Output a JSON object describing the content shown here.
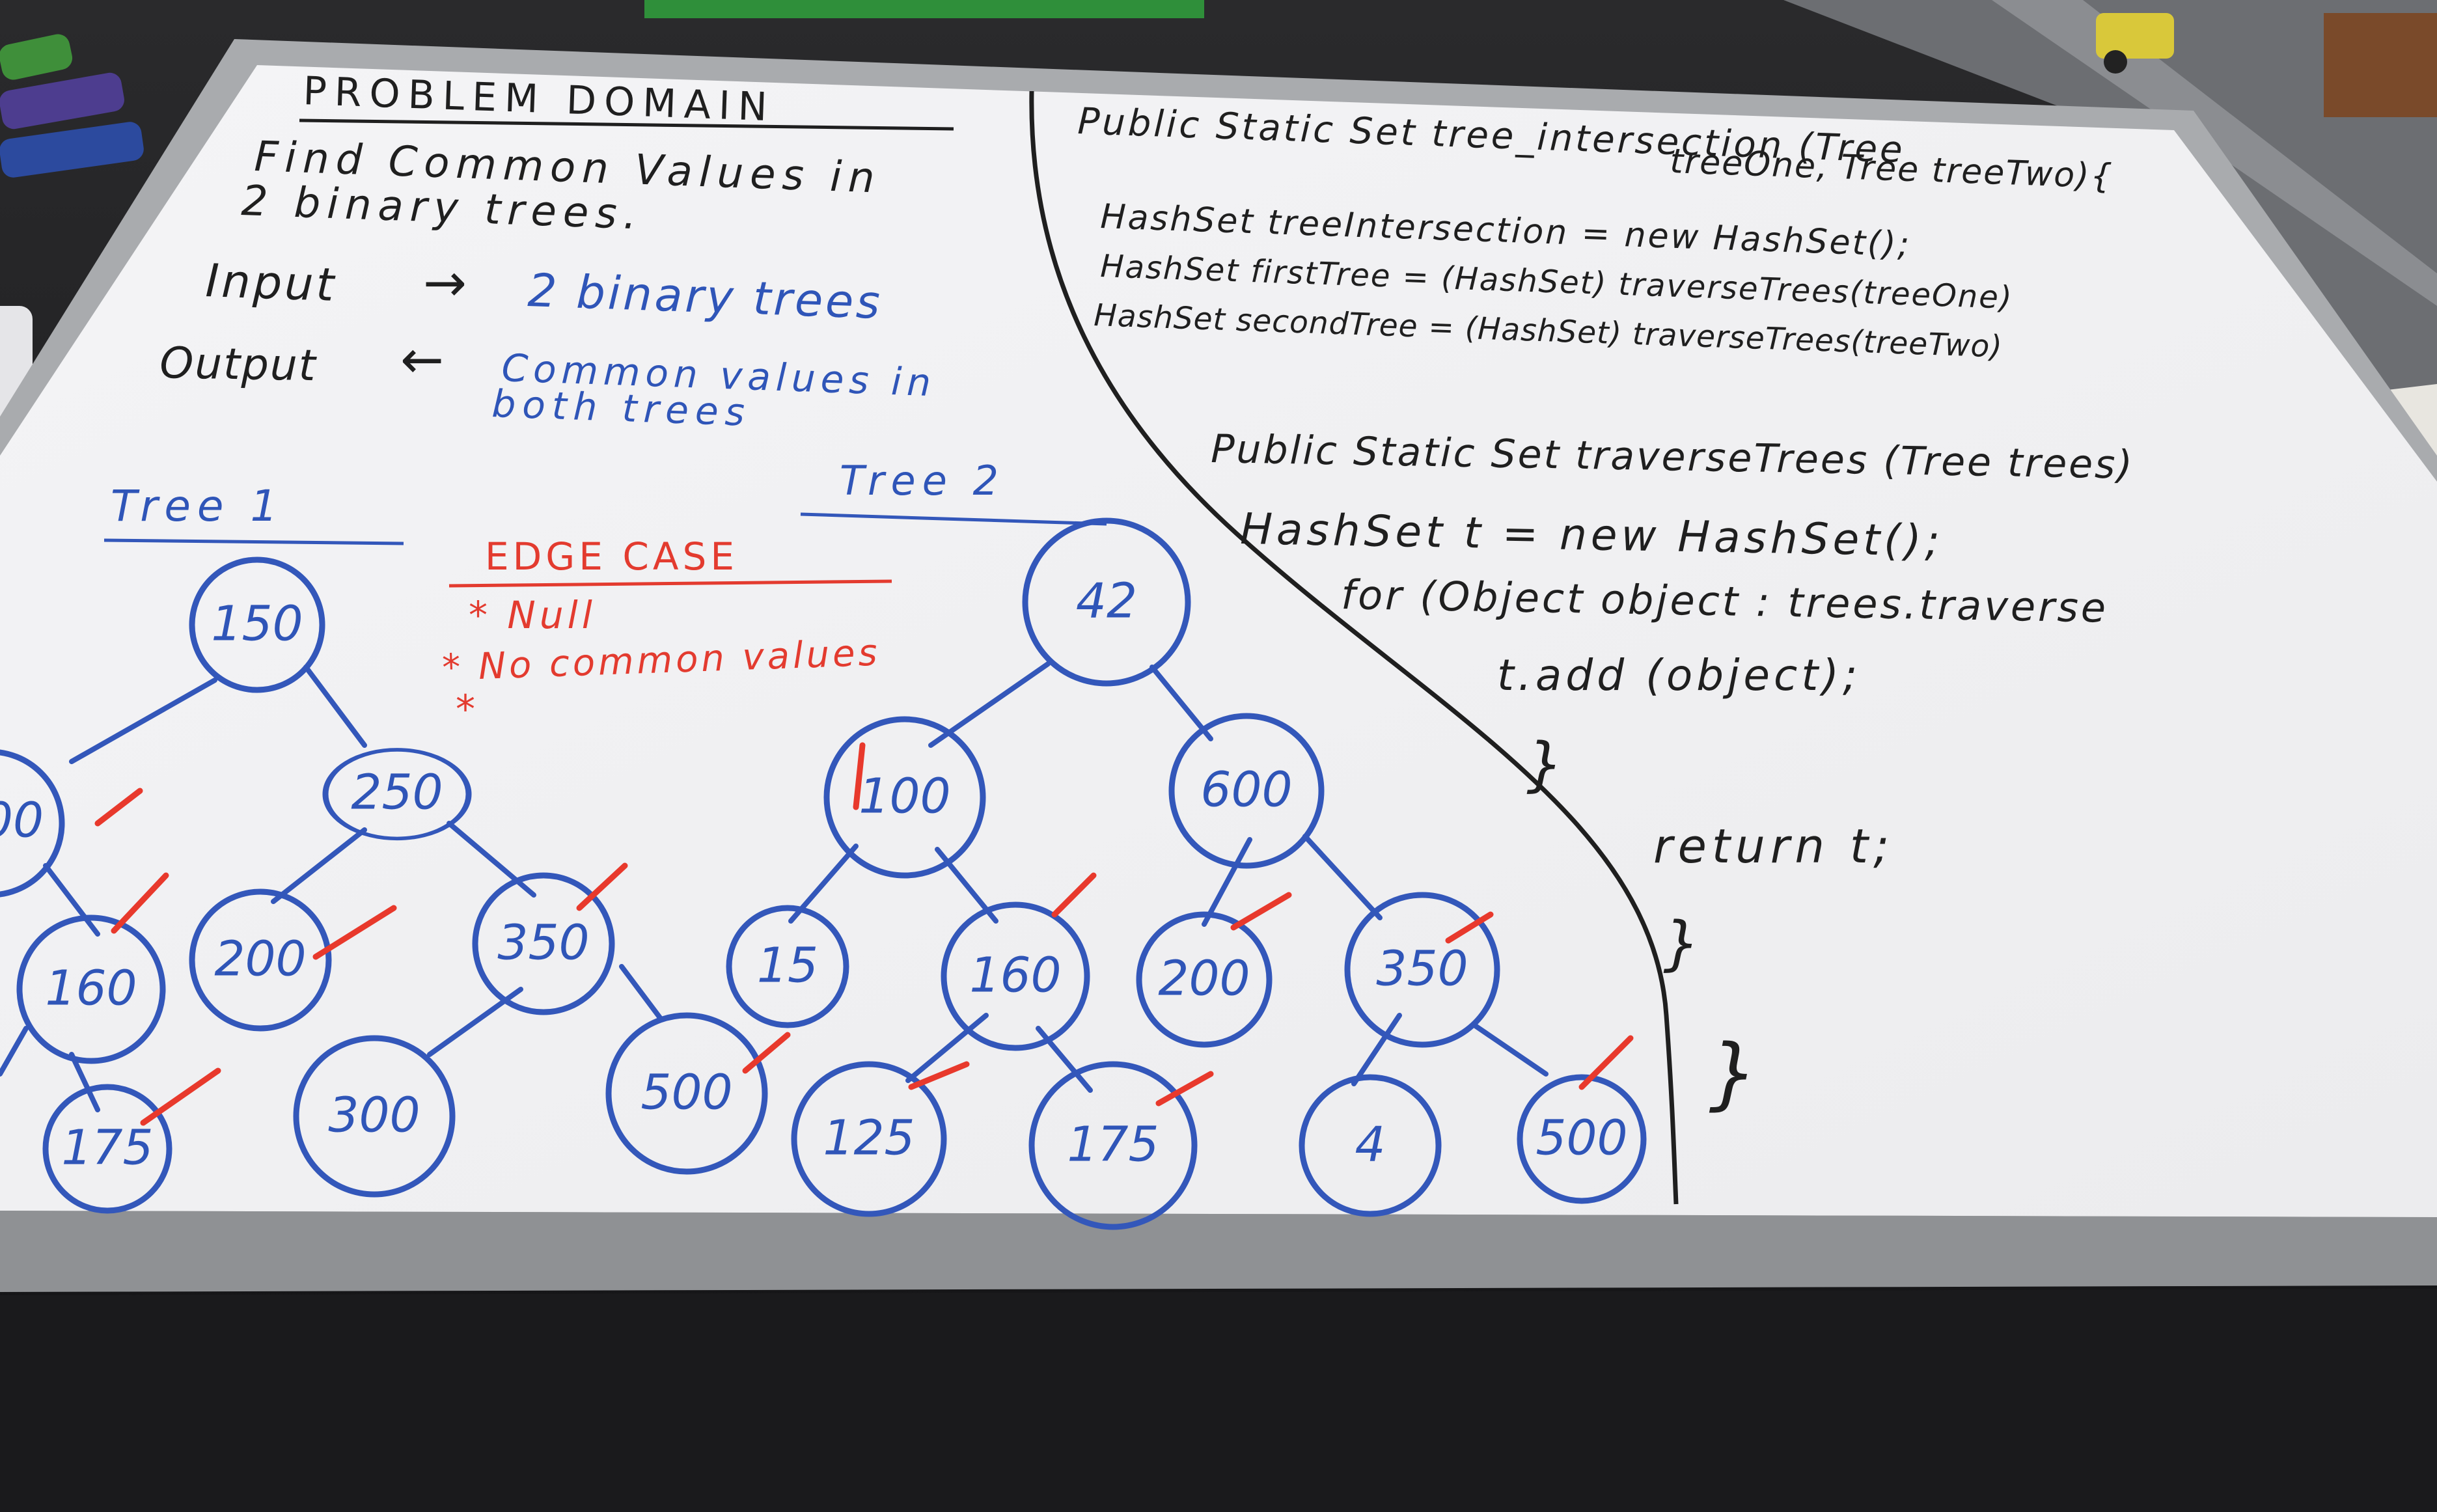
{
  "board": {
    "problem": {
      "heading": "PROBLEM DOMAIN",
      "line1": "Find Common Values in",
      "line2": "2 binary trees.",
      "input_label": "Input",
      "input_arrow": "→",
      "input_value": "2 binary trees",
      "output_label": "Output",
      "output_arrow": "←",
      "output_value_1": "Common values in",
      "output_value_2": "both trees"
    },
    "edge_case": {
      "heading": "EDGE CASE",
      "item1": "* Null",
      "item2": "* No common values",
      "item3": "*"
    },
    "tree1": {
      "label": "Tree 1",
      "nodes": [
        "150",
        "00",
        "250",
        "160",
        "200",
        "350",
        "175",
        "300",
        "500"
      ]
    },
    "tree2": {
      "label": "Tree 2",
      "nodes": [
        "42",
        "100",
        "600",
        "15",
        "160",
        "200",
        "350",
        "125",
        "175",
        "4",
        "500"
      ]
    },
    "code": {
      "line1": "Public Static Set tree_intersection (Tree",
      "line2": "treeOne, Tree treeTwo){",
      "line3": "HashSet treeIntersection = new HashSet();",
      "line4": "HashSet firstTree = (HashSet) traverseTrees(treeOne)",
      "line5": "HashSet secondTree = (HashSet) traverseTrees(treeTwo)",
      "line6": "Public Static Set traverseTrees (Tree trees)",
      "line7": "HashSet t = new HashSet();",
      "line8": "for (Object object : trees.traverse",
      "line9": "t.add (object);",
      "line10": "}",
      "line11": "return t;",
      "line12": "}",
      "line13": "}"
    }
  }
}
